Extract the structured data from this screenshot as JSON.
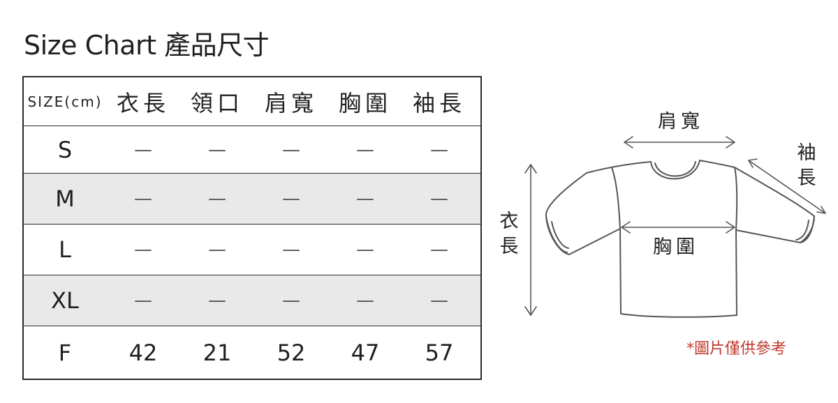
{
  "title": "Size Chart 產品尺寸",
  "table": {
    "headers": [
      "SIZE(cm)",
      "衣長",
      "領口",
      "肩寬",
      "胸圍",
      "袖長"
    ],
    "rows": [
      {
        "size": "S",
        "values": [
          "—",
          "—",
          "—",
          "—",
          "—"
        ]
      },
      {
        "size": "M",
        "values": [
          "—",
          "—",
          "—",
          "—",
          "—"
        ]
      },
      {
        "size": "L",
        "values": [
          "—",
          "—",
          "—",
          "—",
          "—"
        ]
      },
      {
        "size": "XL",
        "values": [
          "—",
          "—",
          "—",
          "—",
          "—"
        ]
      },
      {
        "size": "F",
        "values": [
          "42",
          "21",
          "52",
          "47",
          "57"
        ]
      }
    ]
  },
  "diagram": {
    "shoulder_label": "肩寬",
    "sleeve_label_1": "袖",
    "sleeve_label_2": "長",
    "length_label_1": "衣",
    "length_label_2": "長",
    "chest_label": "胸圍"
  },
  "note": "*圖片僅供參考",
  "colors": {
    "note": "#c0392b",
    "shaded_row": "#e9e9e9",
    "border": "#2a2a2a"
  }
}
